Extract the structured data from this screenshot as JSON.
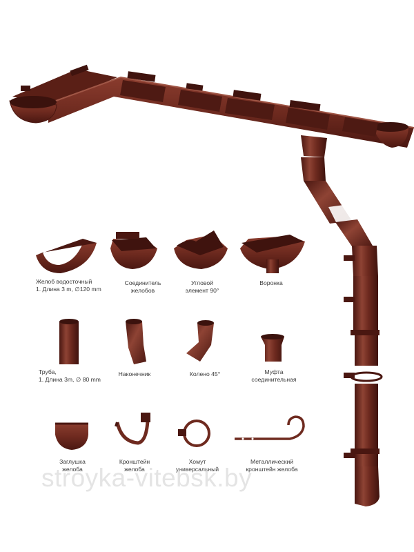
{
  "colors": {
    "brown": "#6e2a1f",
    "brown_dark": "#4a1711",
    "brown_light": "#93483a",
    "caption": "#3a3a3a"
  },
  "items": [
    {
      "line1": "Желоб водосточный",
      "line2": "1. Длина 3 m, ∅120 mm"
    },
    {
      "line1": "Соединитель",
      "line2": "желобов"
    },
    {
      "line1": "Угловой",
      "line2": "элемент 90°"
    },
    {
      "line1": "Воронка",
      "line2": ""
    },
    {
      "line1": "Труба,",
      "line2": "1. Длина 3m, ∅ 80 mm"
    },
    {
      "line1": "Наконечник",
      "line2": ""
    },
    {
      "line1": "Колено 45°",
      "line2": ""
    },
    {
      "line1": "Муфта",
      "line2": "соединительная"
    },
    {
      "line1": "Заглушка",
      "line2": "желоба"
    },
    {
      "line1": "Кронштейн",
      "line2": "желоба"
    },
    {
      "line1": "Хомут",
      "line2": "универсальный"
    },
    {
      "line1": "Металлический",
      "line2": "кронштейн желоба"
    }
  ],
  "watermark": "stroyka-vitebsk.by"
}
